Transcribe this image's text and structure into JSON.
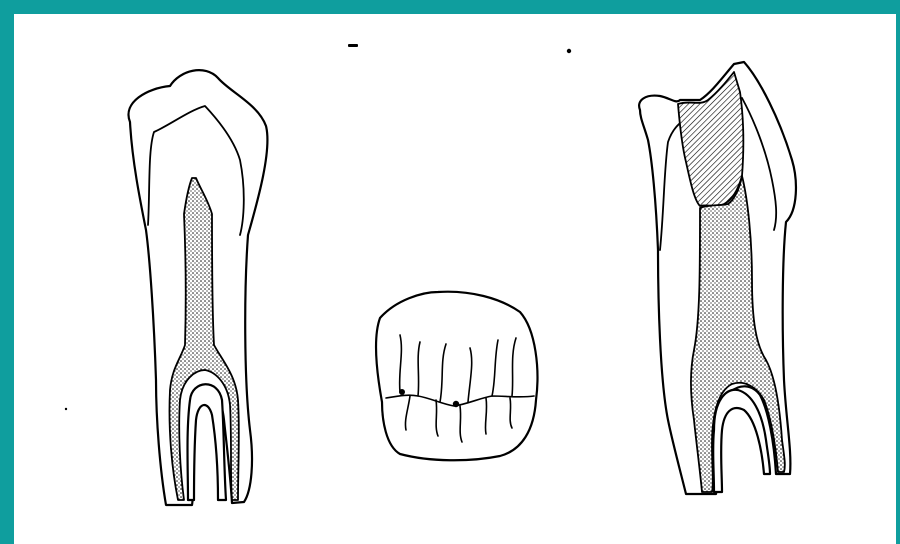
{
  "colors": {
    "frame": "#0f9e9e",
    "background": "#ffffff",
    "ink": "#000000"
  },
  "figures": [
    {
      "name": "sectioned-tooth-healthy",
      "pulp": "stippled",
      "roots": 2
    },
    {
      "name": "occlusal-view-crown",
      "fissures": "pitted"
    },
    {
      "name": "sectioned-tooth-carious",
      "pulp": "stippled",
      "caries": "hatched",
      "roots": 2
    }
  ]
}
